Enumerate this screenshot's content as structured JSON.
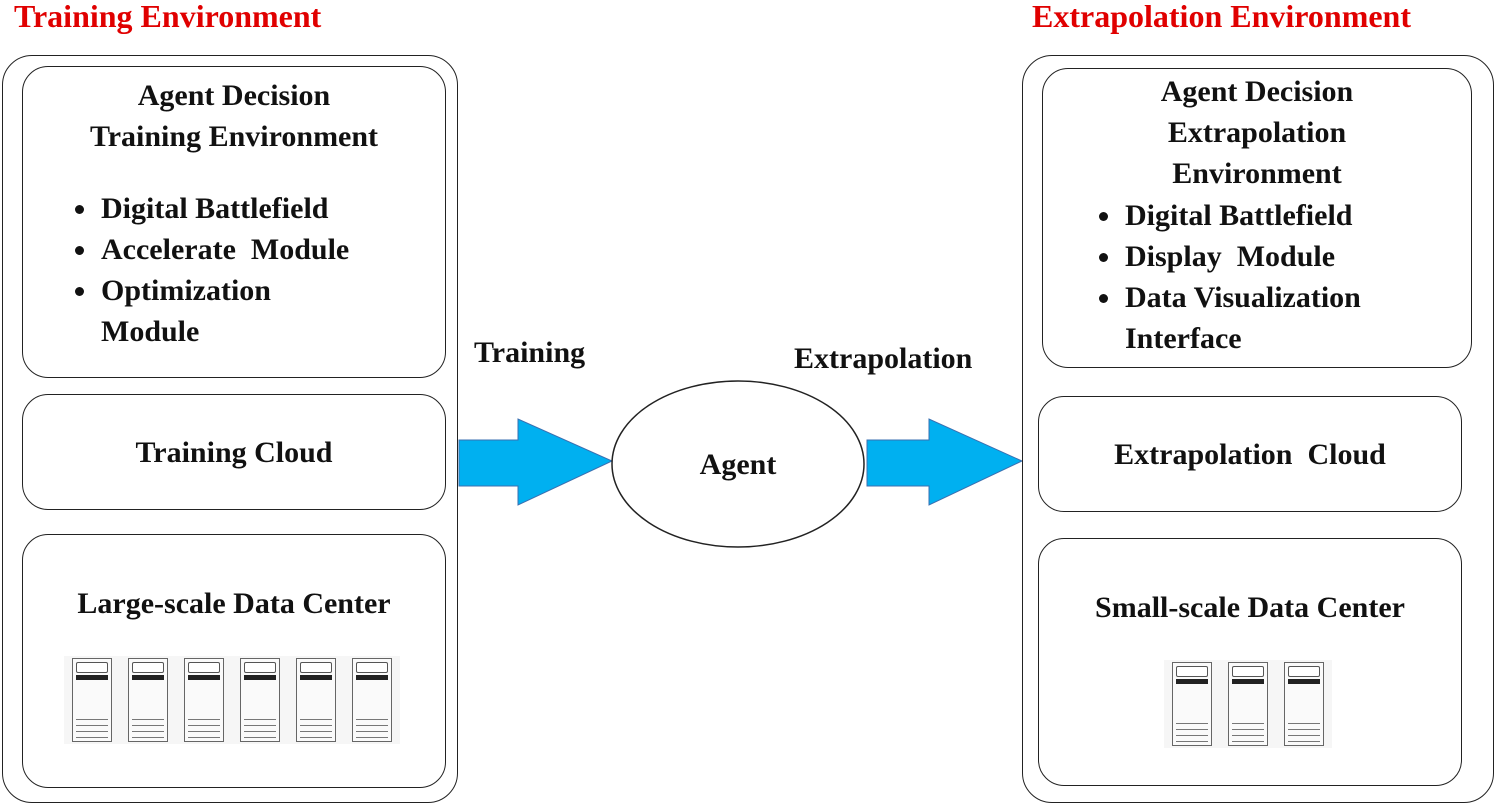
{
  "training_env": {
    "title": "Training Environment",
    "decision_box": {
      "title_line1": "Agent Decision",
      "title_line2": "Training Environment",
      "items": [
        "Digital Battlefield",
        "Accelerate  Module",
        "Optimization Module"
      ]
    },
    "cloud_label": "Training Cloud",
    "datacenter_label": "Large-scale Data Center",
    "server_count": 6
  },
  "agent": {
    "label": "Agent",
    "training_label": "Training",
    "extrapolation_label": "Extrapolation"
  },
  "extrapolation_env": {
    "title": "Extrapolation Environment",
    "decision_box": {
      "title_line1": "Agent Decision",
      "title_line2": "Extrapolation",
      "title_line3": "Environment",
      "items": [
        "Digital Battlefield",
        "Display  Module",
        "Data Visualization Interface"
      ]
    },
    "cloud_label": "Extrapolation  Cloud",
    "datacenter_label": "Small-scale Data Center",
    "server_count": 3
  },
  "colors": {
    "title_red": "#e00000",
    "arrow_blue": "#00b0f0"
  }
}
